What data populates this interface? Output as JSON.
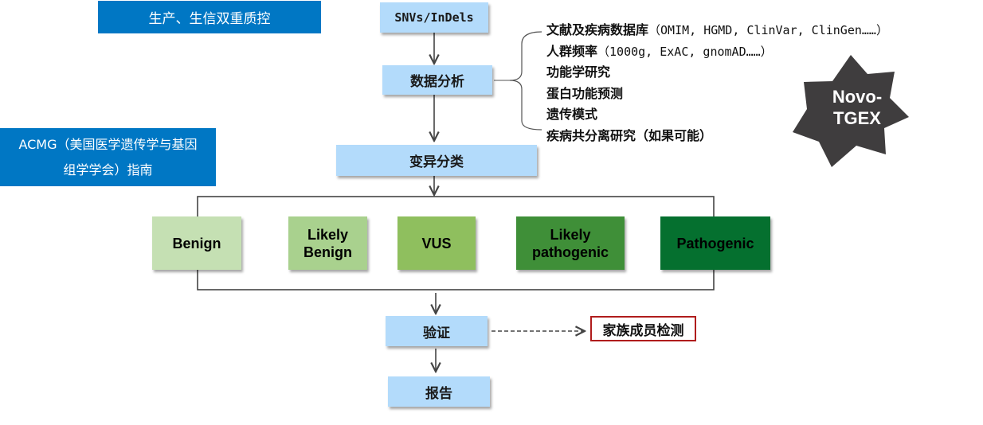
{
  "side_labels": {
    "qc": "生产、生信双重质控",
    "acmg_line1": "ACMG（美国医学遗传学与基因",
    "acmg_line2": "组学学会）指南"
  },
  "flow": {
    "input": "SNVs/InDels",
    "analysis": "数据分析",
    "classification": "变异分类",
    "validation": "验证",
    "report": "报告",
    "family_testing": "家族成员检测"
  },
  "evidence_sources": [
    {
      "label": "文献及疾病数据库",
      "note": "（OMIM, HGMD, ClinVar, ClinGen……）"
    },
    {
      "label": "人群频率",
      "note": "（1000g, ExAC, gnomAD……）"
    },
    {
      "label": "功能学研究",
      "note": ""
    },
    {
      "label": "蛋白功能预测",
      "note": ""
    },
    {
      "label": "遗传模式",
      "note": ""
    },
    {
      "label": "疾病共分离研究（如果可能）",
      "note": ""
    }
  ],
  "categories": [
    {
      "line1": "Benign",
      "line2": "",
      "color": "#c5e0b3",
      "text_color": "#111111"
    },
    {
      "line1": "Likely",
      "line2": "Benign",
      "color": "#a9d18e",
      "text_color": "#111111"
    },
    {
      "line1": "VUS",
      "line2": "",
      "color": "#8fbf5e",
      "text_color": "#111111"
    },
    {
      "line1": "Likely",
      "line2": "pathogenic",
      "color": "#3f8f38",
      "text_color": "#111111"
    },
    {
      "line1": "Pathogenic",
      "line2": "",
      "color": "#05702f",
      "text_color": "#111111"
    }
  ],
  "badge": {
    "line1": "Novo-",
    "line2": "TGEX",
    "color": "#3f3d3e"
  },
  "colors": {
    "accent_blue": "#0077c4",
    "step_blue": "#b3dbfb",
    "family_border": "#b01c1c"
  }
}
